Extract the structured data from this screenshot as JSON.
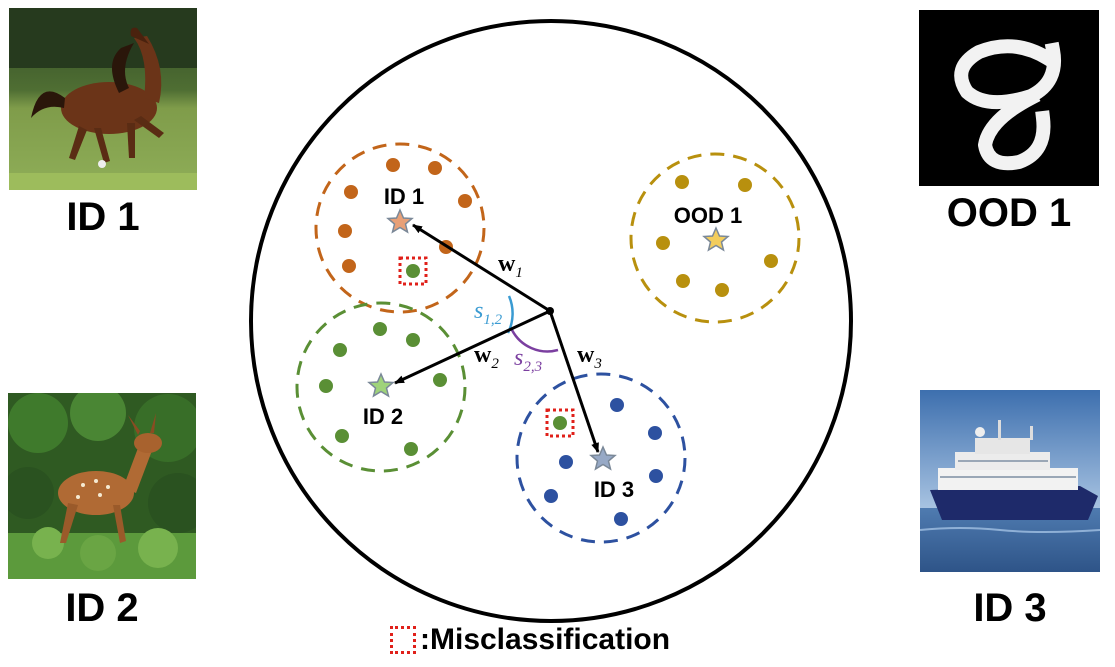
{
  "images": {
    "id1": {
      "caption": "ID 1",
      "subject": "horse"
    },
    "id2": {
      "caption": "ID 2",
      "subject": "fawn"
    },
    "ood1": {
      "caption": "OOD 1",
      "subject": "handwritten digit"
    },
    "id3": {
      "caption": "ID 3",
      "subject": "ship"
    }
  },
  "clusters": {
    "id1": {
      "label": "ID 1",
      "color": "#c2651a"
    },
    "id2": {
      "label": "ID 2",
      "color": "#5a8f35"
    },
    "id3": {
      "label": "ID 3",
      "color": "#2d51a0"
    },
    "ood1": {
      "label": "OOD 1",
      "color": "#b8900e"
    }
  },
  "vectors": {
    "w1": {
      "base": "w",
      "sub": "1"
    },
    "w2": {
      "base": "w",
      "sub": "2"
    },
    "w3": {
      "base": "w",
      "sub": "3"
    }
  },
  "angles": {
    "s12": {
      "base": "s",
      "sub": "1,2",
      "color": "#3a9bd2"
    },
    "s23": {
      "base": "s",
      "sub": "2,3",
      "color": "#7b3fa0"
    }
  },
  "legend": {
    "text": ":Misclassification",
    "marker_color": "#e0201a"
  }
}
